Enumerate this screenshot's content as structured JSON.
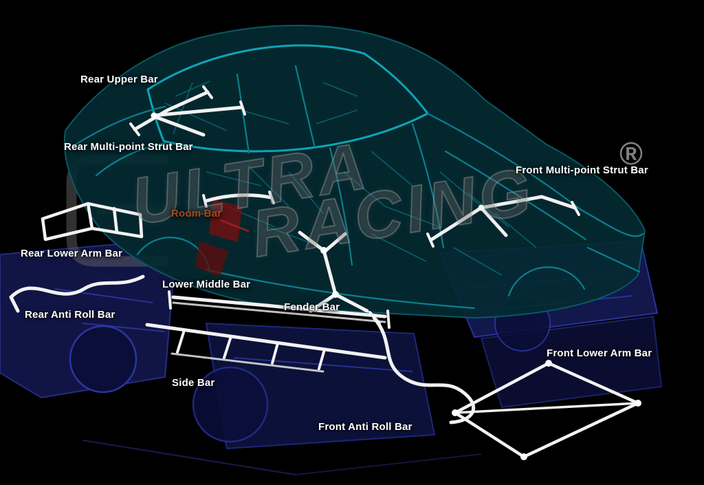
{
  "scene": {
    "title": "Car chassis strut bar diagram",
    "colors": {
      "background": "#000000",
      "label": "#ffffff",
      "room_bar_label": "#a8491f",
      "chassis_teal": "#0d7d8c",
      "subframe_blue": "#1b2270",
      "bar_white": "#f2f2f2",
      "watermark_gray": "#8f8f8f"
    }
  },
  "watermark": {
    "line1": "ULTRA",
    "line2": "RACING",
    "registered": "®"
  },
  "labels": [
    {
      "id": "rear-upper-bar",
      "text": "Rear Upper Bar"
    },
    {
      "id": "rear-multi-point-strut-bar",
      "text": "Rear Multi-point Strut Bar"
    },
    {
      "id": "front-multi-point-strut-bar",
      "text": "Front Multi-point Strut Bar"
    },
    {
      "id": "room-bar",
      "text": "Room Bar"
    },
    {
      "id": "rear-lower-arm-bar",
      "text": "Rear Lower Arm Bar"
    },
    {
      "id": "lower-middle-bar",
      "text": "Lower Middle Bar"
    },
    {
      "id": "rear-anti-roll-bar",
      "text": "Rear Anti Roll Bar"
    },
    {
      "id": "fender-bar",
      "text": "Fender Bar"
    },
    {
      "id": "front-lower-arm-bar",
      "text": "Front Lower Arm Bar"
    },
    {
      "id": "side-bar",
      "text": "Side Bar"
    },
    {
      "id": "front-anti-roll-bar",
      "text": "Front Anti Roll Bar"
    }
  ]
}
